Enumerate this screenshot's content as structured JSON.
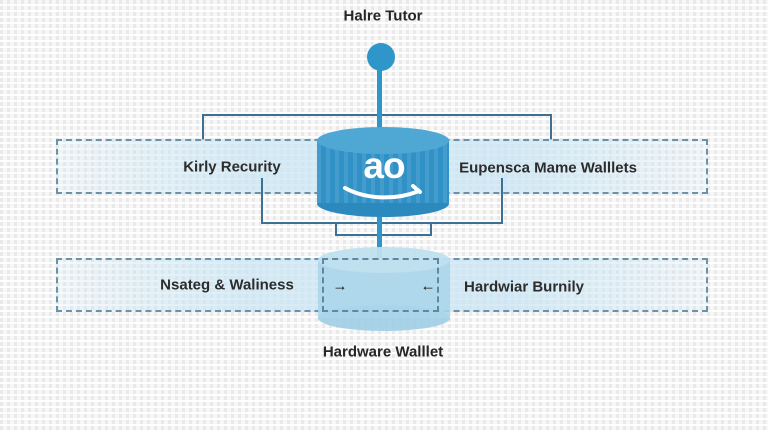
{
  "title": "Halre Tutor",
  "center_node": {
    "logo_text": "ao",
    "shape": "cylinder"
  },
  "top_box": {
    "left_label": "Kirly Recurity",
    "right_label": "Eupensca Mame Walllets"
  },
  "bottom_box": {
    "left_label": "Nsateg & Waliness",
    "right_label": "Hardwiar Burnily"
  },
  "bottom_caption": "Hardware Walllet",
  "icons": {
    "arrow_right": "→",
    "arrow_left": "←",
    "smile_icon": "amazon-smile"
  },
  "colors": {
    "node_blue": "#2e96c8",
    "cylinder_body": "#2f91c6",
    "cylinder_top": "#4fa8d4",
    "light_cylinder": "#abd5e9",
    "connector_line": "#3e7093",
    "dashed_border": "#6a92a9",
    "band_fill": "#c7e4f3",
    "text": "#2c2c2c"
  }
}
